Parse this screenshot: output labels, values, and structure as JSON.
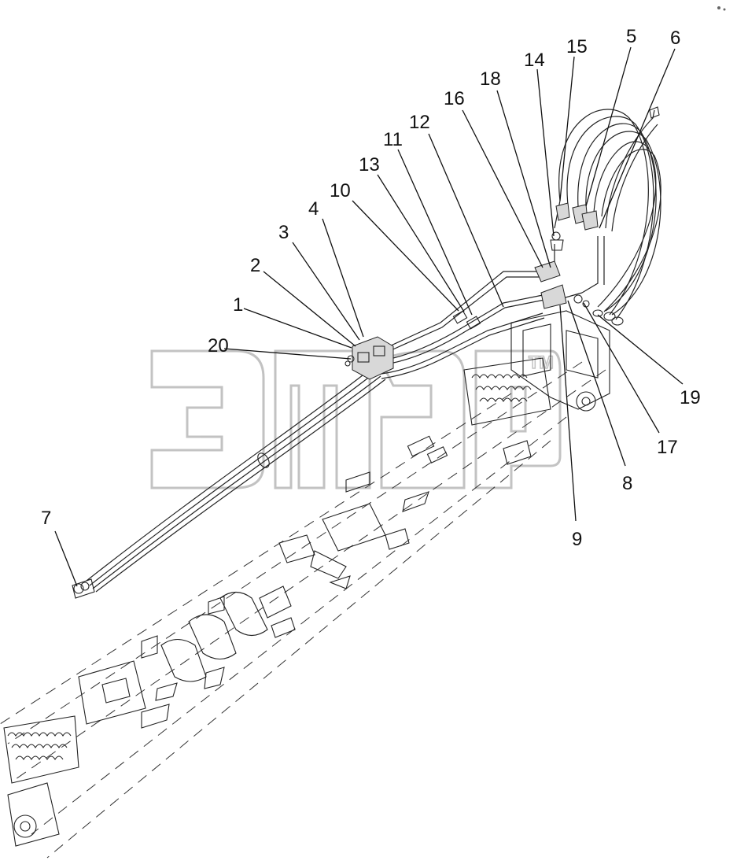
{
  "callouts": [
    "1",
    "2",
    "3",
    "4",
    "5",
    "6",
    "7",
    "8",
    "9",
    "10",
    "11",
    "12",
    "13",
    "14",
    "15",
    "16",
    "17",
    "18",
    "19",
    "20"
  ],
  "watermark": {
    "glyphs": "ЭМАП",
    "tm": "ТМ",
    "color": "#bdbdbd"
  }
}
